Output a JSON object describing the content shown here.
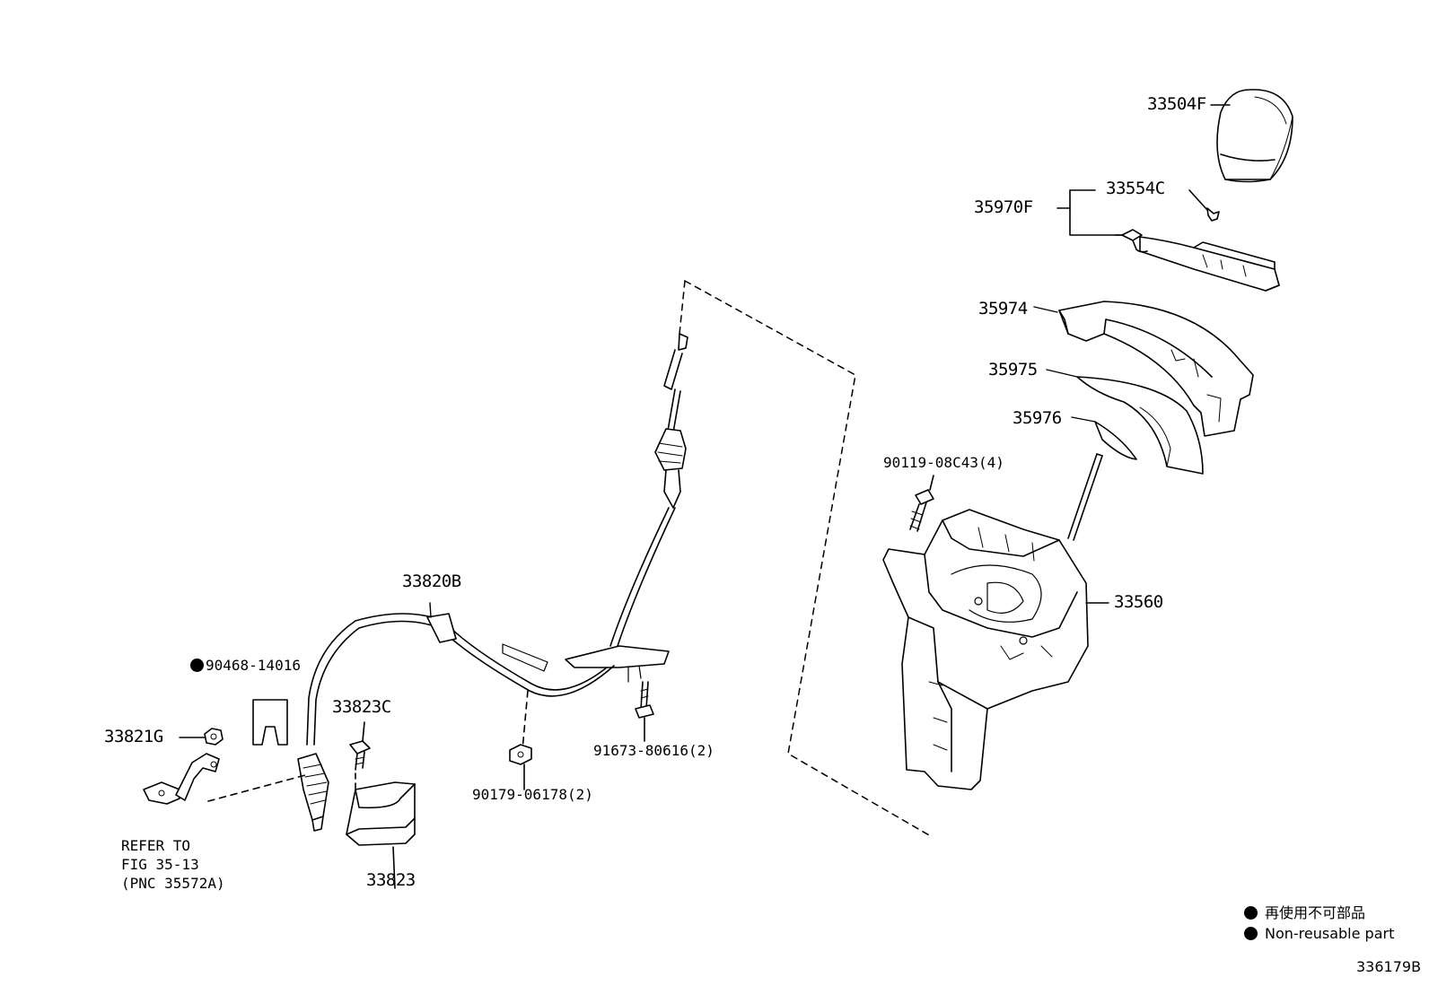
{
  "parts": {
    "p33504F": "33504F",
    "p33554C": "33554C",
    "p35970F": "35970F",
    "p35974": "35974",
    "p35975": "35975",
    "p35976": "35976",
    "p90119": "90119-08C43(4)",
    "p33560": "33560",
    "p33820B": "33820B",
    "p90468": "90468-14016",
    "p33823C": "33823C",
    "p33821G": "33821G",
    "p91673": "91673-80616(2)",
    "p90179": "90179-06178(2)",
    "p33823": "33823"
  },
  "refer_note": {
    "line1": "REFER TO",
    "line2": "FIG 35-13",
    "line3": "(PNC 35572A)"
  },
  "legend": {
    "line_jp": "再使用不可部品",
    "line_en": "Non-reusable part"
  },
  "figure_id": "336179B"
}
